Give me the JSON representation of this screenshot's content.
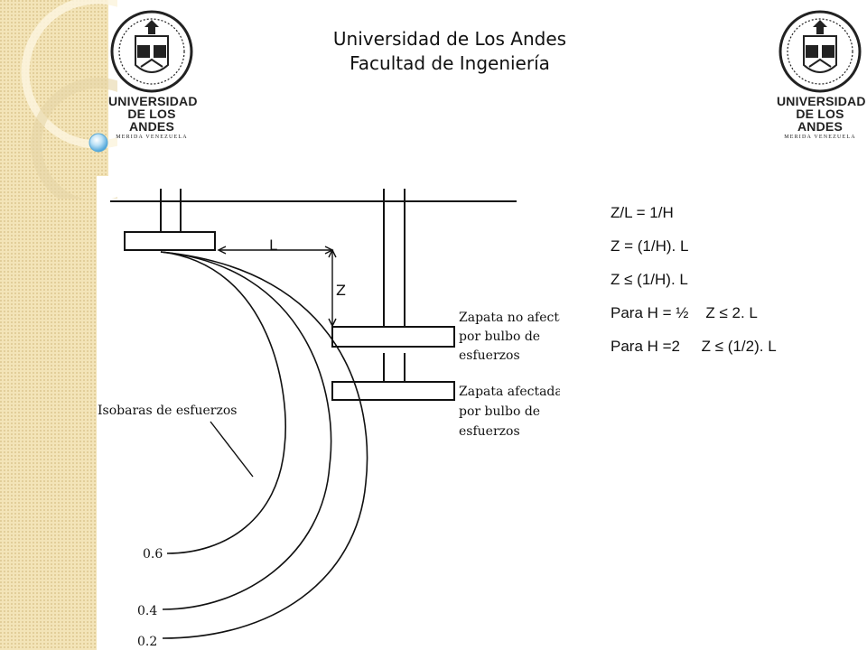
{
  "header": {
    "line1": "Universidad de Los Andes",
    "line2": "Facultad de Ingeniería"
  },
  "logo": {
    "line1": "UNIVERSIDAD",
    "line2": "DE LOS ANDES",
    "line3": "MERIDA VENEZUELA",
    "icon": "university-seal-icon"
  },
  "formulas": [
    "Z/L = 1/H",
    "Z = (1/H). L",
    "Z ≤ (1/H). L",
    "Para H = ½    Z ≤ 2. L",
    "Para H =2     Z ≤ (1/2). L"
  ],
  "diagram": {
    "dim_L": "L",
    "dim_Z": "Z",
    "unaffected_label": [
      "Zapata no afectada",
      "por bulbo de",
      "esfuerzos"
    ],
    "affected_label": [
      "Zapata afectada",
      "por bulbo de",
      "esfuerzos"
    ],
    "isobars_label": "Isobaras de esfuerzos",
    "isobar_values": [
      "0.6",
      "0.4",
      "0.2"
    ]
  },
  "colors": {
    "strip": "#f3e4b8",
    "bubble": "#7fc4ea",
    "ink": "#111111"
  }
}
